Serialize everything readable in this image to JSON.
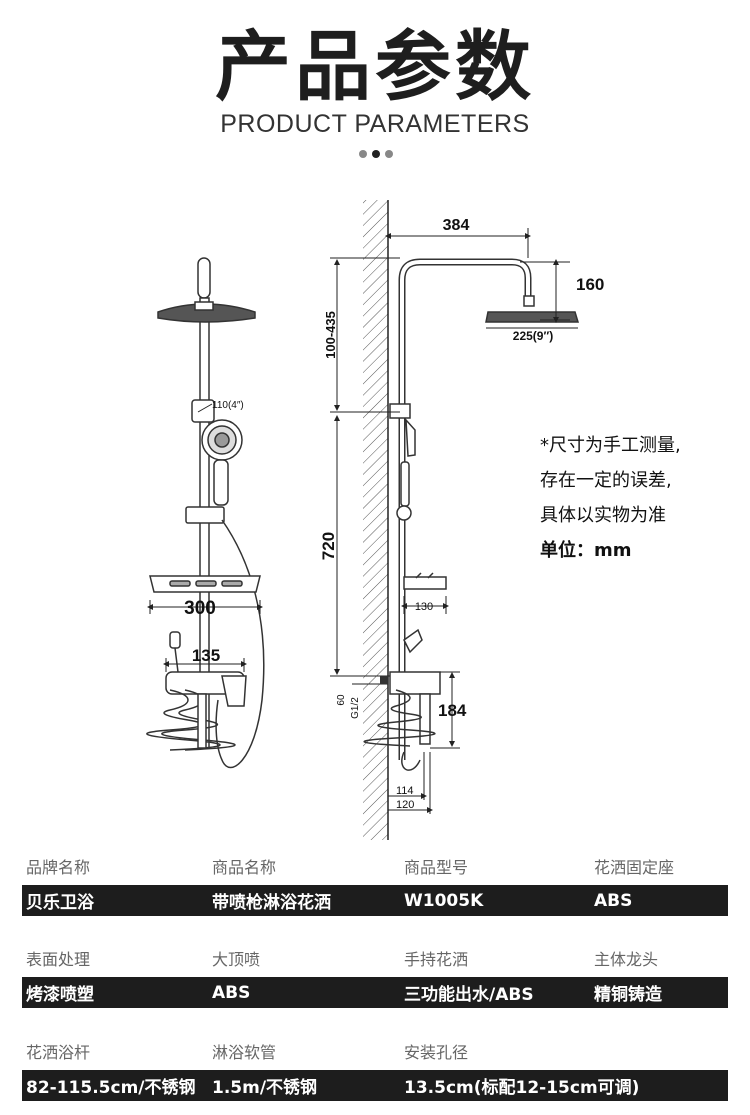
{
  "header": {
    "title": "产品参数",
    "subtitle": "PRODUCT PARAMETERS"
  },
  "drawing": {
    "dims": {
      "width_384": "384",
      "height_160": "160",
      "head_225": "225(9″)",
      "range_100_435": "100-435",
      "handheld_110": "110(4″)",
      "height_720": "720",
      "shelf_300": "300",
      "shelf_130": "130",
      "mixer_135": "135",
      "dim_184": "184",
      "dim_60": "60",
      "g12": "G1/2",
      "dim_114": "114",
      "dim_120": "120"
    }
  },
  "note": {
    "line1": "*尺寸为手工测量,",
    "line2": "存在一定的误差,",
    "line3": "具体以实物为准",
    "line4": "单位：mm"
  },
  "specs": [
    {
      "labels": [
        "品牌名称",
        "商品名称",
        "商品型号",
        "花洒固定座"
      ],
      "values": [
        "贝乐卫浴",
        "带喷枪淋浴花洒",
        "W1005K",
        "ABS"
      ]
    },
    {
      "labels": [
        "表面处理",
        "大顶喷",
        "手持花洒",
        "主体龙头"
      ],
      "values": [
        "烤漆喷塑",
        "ABS",
        "三功能出水/ABS",
        "精铜铸造"
      ]
    },
    {
      "labels": [
        "花洒浴杆",
        "淋浴软管",
        "安装孔径",
        ""
      ],
      "values": [
        "82-115.5cm/不锈钢",
        "1.5m/不锈钢",
        "13.5cm(标配12-15cm可调)",
        ""
      ]
    }
  ]
}
